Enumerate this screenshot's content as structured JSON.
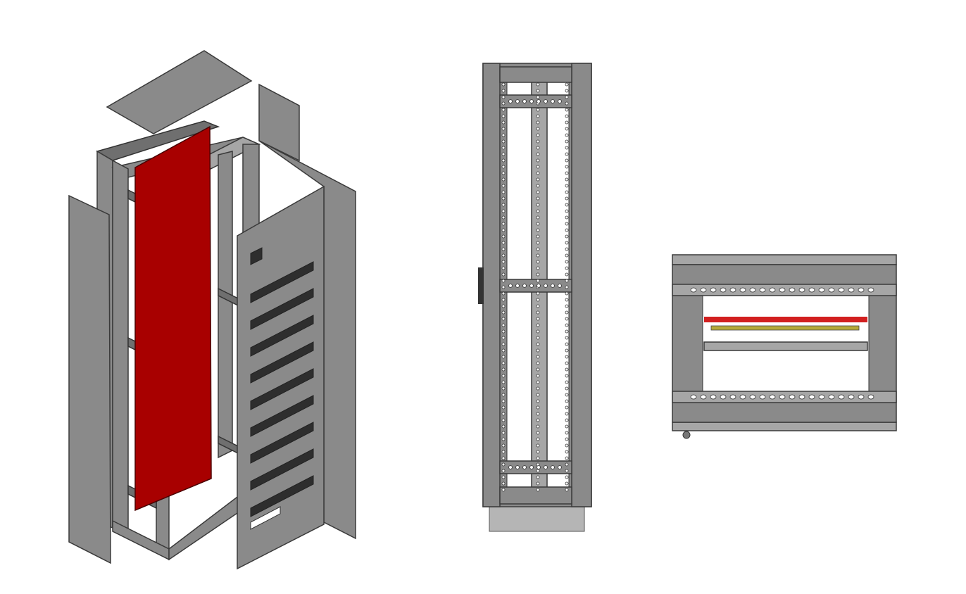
{
  "views": [
    {
      "name": "isometric-exploded-view"
    },
    {
      "name": "front-view"
    },
    {
      "name": "top-view"
    }
  ],
  "colors": {
    "metal": "#8a8a8a",
    "metal_dark": "#6f6f6f",
    "mounting_plate": "#a80000",
    "busbar_red": "#d21f1f",
    "busbar_yellow": "#b5a93a",
    "background": "#ffffff"
  }
}
